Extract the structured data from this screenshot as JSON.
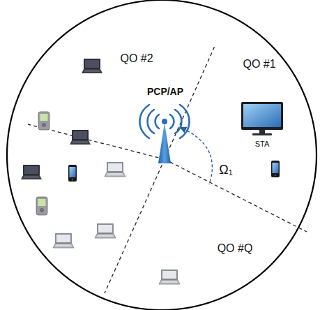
{
  "diagram": {
    "labels": [
      "QO #2",
      "QO #1",
      "PCP/AP",
      "STA",
      "Ω₁",
      "QO #Q"
    ]
  }
}
